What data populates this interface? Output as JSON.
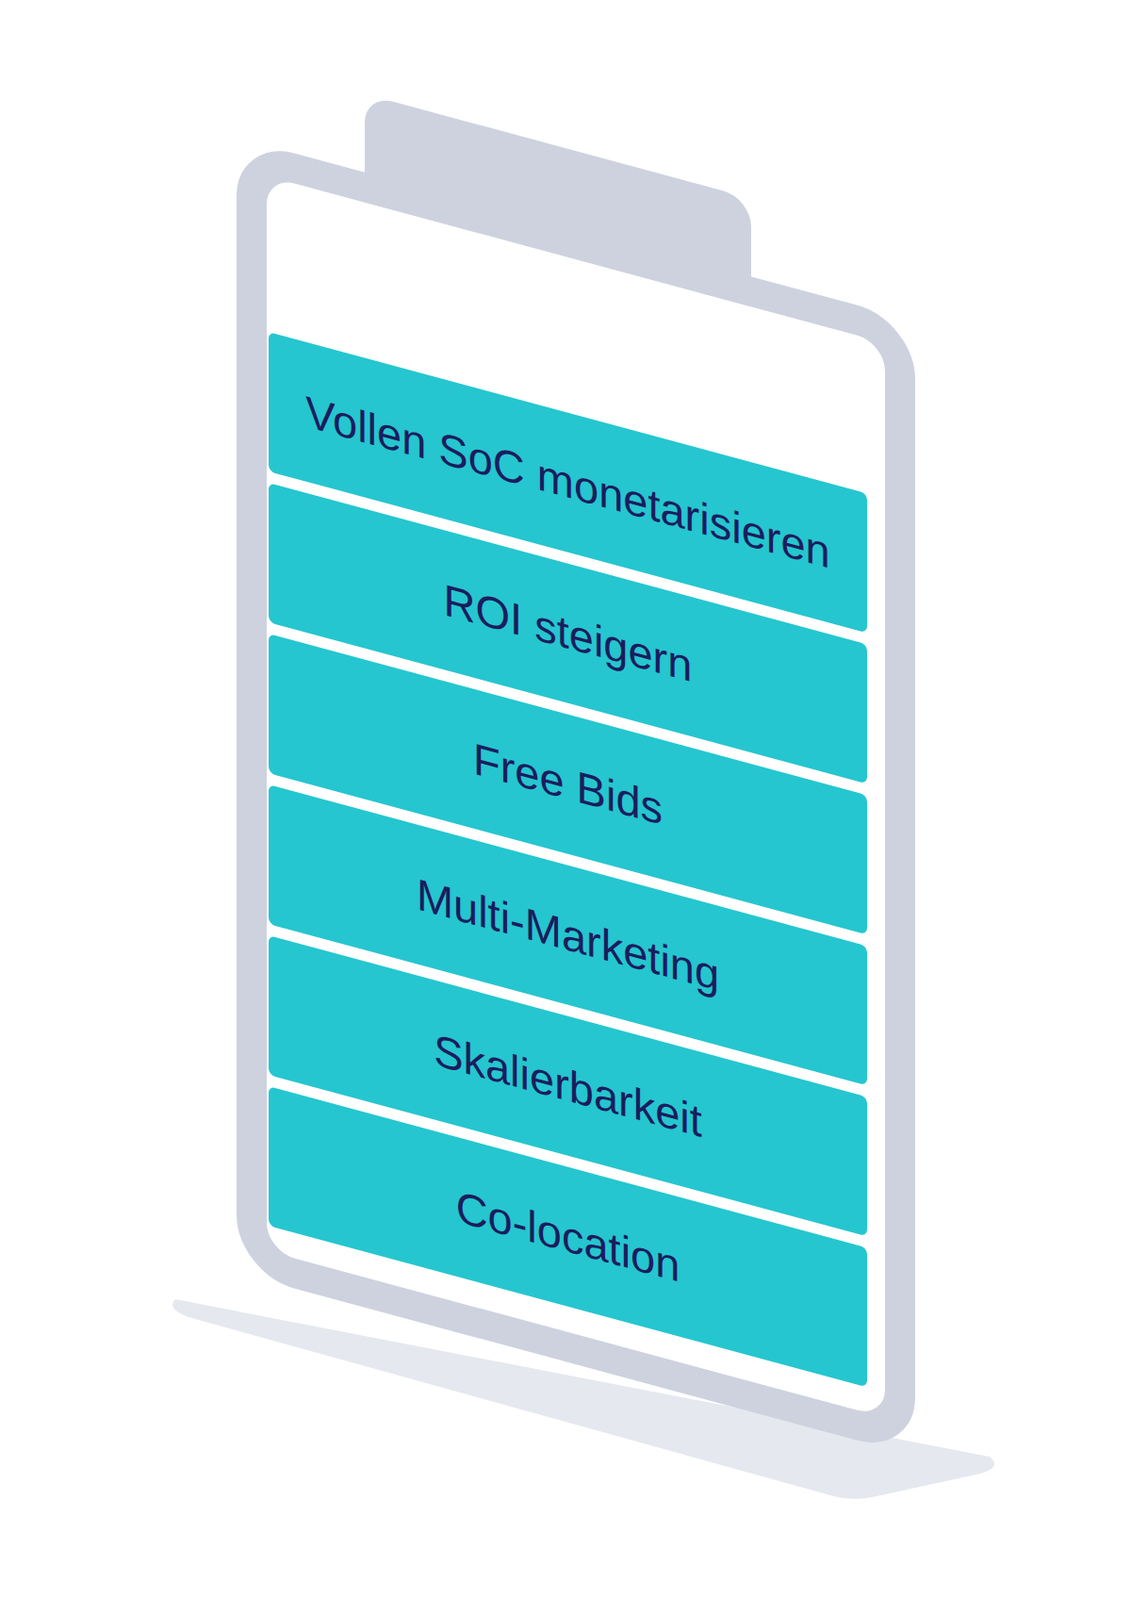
{
  "diagram": {
    "nodes": [
      {
        "text": [
          "Vollen SoC monetarisieren"
        ]
      },
      {
        "text": [
          "ROI steigern"
        ]
      },
      {
        "text": [
          "Free Bids"
        ]
      },
      {
        "text": [
          "Multi-Marketing"
        ]
      },
      {
        "text": [
          "Skalierbarkeit"
        ]
      },
      {
        "text": [
          "Co-location"
        ]
      }
    ]
  }
}
